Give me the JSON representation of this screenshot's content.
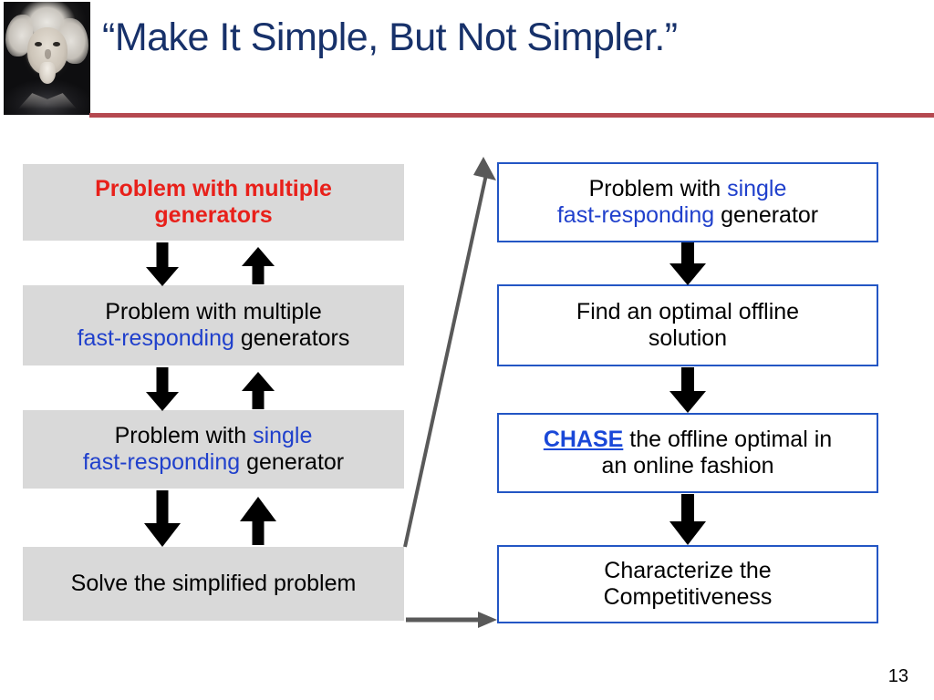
{
  "slide": {
    "title": "“Make It Simple, But Not Simpler.”",
    "page_number": "13",
    "colors": {
      "title_navy": "#17316a",
      "rule_red": "#b5484f",
      "box_gray_fill": "#d9d9d9",
      "box_blue_border": "#2356c4",
      "highlight_blue": "#2040cc",
      "highlight_red": "#e8201a",
      "chase_blue": "#1a48d8",
      "arrow_black": "#000000",
      "arrow_gray": "#595959"
    },
    "photo_alt": "einstein-tongue-photo"
  },
  "left_column": {
    "boxes": [
      {
        "id": "problem-multiple-generators",
        "style": "gray",
        "lines": [
          {
            "segments": [
              {
                "text": "Problem with multiple",
                "style": "red-bold"
              }
            ]
          },
          {
            "segments": [
              {
                "text": "generators",
                "style": "red-bold"
              }
            ]
          }
        ]
      },
      {
        "id": "problem-multiple-fast-responding-generators",
        "style": "gray",
        "lines": [
          {
            "segments": [
              {
                "text": "Problem with multiple",
                "style": "plain"
              }
            ]
          },
          {
            "segments": [
              {
                "text": "fast-responding",
                "style": "blue"
              },
              {
                "text": " generators",
                "style": "plain"
              }
            ]
          }
        ]
      },
      {
        "id": "problem-single-fast-responding-generator",
        "style": "gray",
        "lines": [
          {
            "segments": [
              {
                "text": "Problem with ",
                "style": "plain"
              },
              {
                "text": "single",
                "style": "blue"
              }
            ]
          },
          {
            "segments": [
              {
                "text": "fast-responding",
                "style": "blue"
              },
              {
                "text": " generator",
                "style": "plain"
              }
            ]
          }
        ]
      },
      {
        "id": "solve-the-simplified-problem",
        "style": "gray",
        "lines": [
          {
            "segments": [
              {
                "text": "Solve the simplified problem",
                "style": "plain"
              }
            ]
          }
        ]
      }
    ],
    "connector_pairs": [
      {
        "down": "down-arrow",
        "up": "up-arrow"
      },
      {
        "down": "down-arrow",
        "up": "up-arrow"
      },
      {
        "down": "down-arrow",
        "up": "up-arrow"
      }
    ]
  },
  "right_column": {
    "boxes": [
      {
        "id": "problem-single-fast-responding-generator-right",
        "style": "outlined",
        "lines": [
          {
            "segments": [
              {
                "text": "Problem with ",
                "style": "plain"
              },
              {
                "text": "single",
                "style": "blue"
              }
            ]
          },
          {
            "segments": [
              {
                "text": "fast-responding",
                "style": "blue"
              },
              {
                "text": " generator",
                "style": "plain"
              }
            ]
          }
        ]
      },
      {
        "id": "find-an-optimal-offline-solution",
        "style": "outlined",
        "lines": [
          {
            "segments": [
              {
                "text": "Find an optimal offline",
                "style": "plain"
              }
            ]
          },
          {
            "segments": [
              {
                "text": "solution",
                "style": "plain"
              }
            ]
          }
        ]
      },
      {
        "id": "chase-the-offline-optimal",
        "style": "outlined",
        "lines": [
          {
            "segments": [
              {
                "text": "CHASE",
                "style": "chase"
              },
              {
                "text": " the offline optimal in",
                "style": "plain"
              }
            ]
          },
          {
            "segments": [
              {
                "text": "an online fashion",
                "style": "plain"
              }
            ]
          }
        ]
      },
      {
        "id": "characterize-the-competitiveness",
        "style": "outlined",
        "lines": [
          {
            "segments": [
              {
                "text": "Characterize the",
                "style": "plain"
              }
            ]
          },
          {
            "segments": [
              {
                "text": "Competitiveness",
                "style": "plain"
              }
            ]
          }
        ]
      }
    ],
    "connectors": [
      "down-arrow",
      "down-arrow",
      "down-arrow"
    ]
  },
  "cross_connectors": [
    {
      "id": "diagonal-return-arrow",
      "from": "solve-the-simplified-problem",
      "to": "problem-single-fast-responding-generator-right",
      "direction": "up-right"
    },
    {
      "id": "horizontal-entry-arrow",
      "from": "solve-the-simplified-problem",
      "to": "characterize-the-competitiveness",
      "direction": "right"
    }
  ]
}
